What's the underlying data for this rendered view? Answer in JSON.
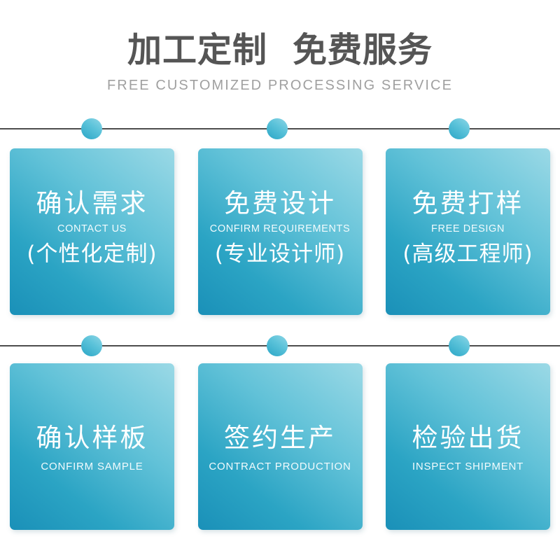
{
  "header": {
    "title": "加工定制  免费服务",
    "subtitle": "FREE CUSTOMIZED PROCESSING SERVICE"
  },
  "theme": {
    "card_gradient_start": "#1a90b8",
    "card_gradient_end": "#9bd9e6",
    "dot_color": "#5cc3da",
    "rail_color": "#4c4c4c",
    "title_color": "#555555",
    "subtitle_color": "#a0a0a0",
    "card_text_color": "#ffffff",
    "page_background": "#ffffff"
  },
  "rails": [
    {
      "name": "top-rail",
      "dots": 3
    },
    {
      "name": "middle-rail",
      "dots": 3
    }
  ],
  "steps": [
    {
      "cn": "确认需求",
      "en": "CONTACT US",
      "note": "(个性化定制)"
    },
    {
      "cn": "免费设计",
      "en": "CONFIRM REQUIREMENTS",
      "note": "(专业设计师)"
    },
    {
      "cn": "免费打样",
      "en": "FREE DESIGN",
      "note": "(高级工程师)"
    },
    {
      "cn": "确认样板",
      "en": "CONFIRM SAMPLE",
      "note": ""
    },
    {
      "cn": "签约生产",
      "en": "CONTRACT PRODUCTION",
      "note": ""
    },
    {
      "cn": "检验出货",
      "en": "INSPECT SHIPMENT",
      "note": ""
    }
  ]
}
